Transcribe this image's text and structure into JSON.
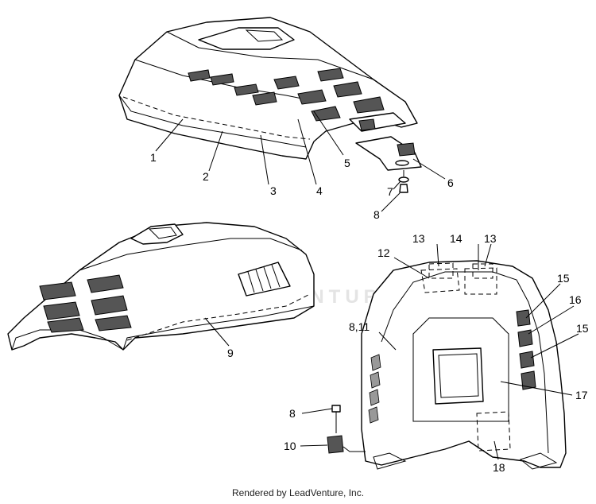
{
  "watermark": "LEADVENTURE",
  "footer": "Rendered by LeadVenture, Inc.",
  "callouts": {
    "c1": "1",
    "c2": "2",
    "c3": "3",
    "c4": "4",
    "c5": "5",
    "c6": "6",
    "c7": "7",
    "c8a": "8",
    "c9": "9",
    "c12": "12",
    "c13a": "13",
    "c14": "14",
    "c13b": "13",
    "c15a": "15",
    "c16": "16",
    "c15b": "15",
    "c811": "8,11",
    "c17": "17",
    "c8b": "8",
    "c10": "10",
    "c18": "18"
  }
}
